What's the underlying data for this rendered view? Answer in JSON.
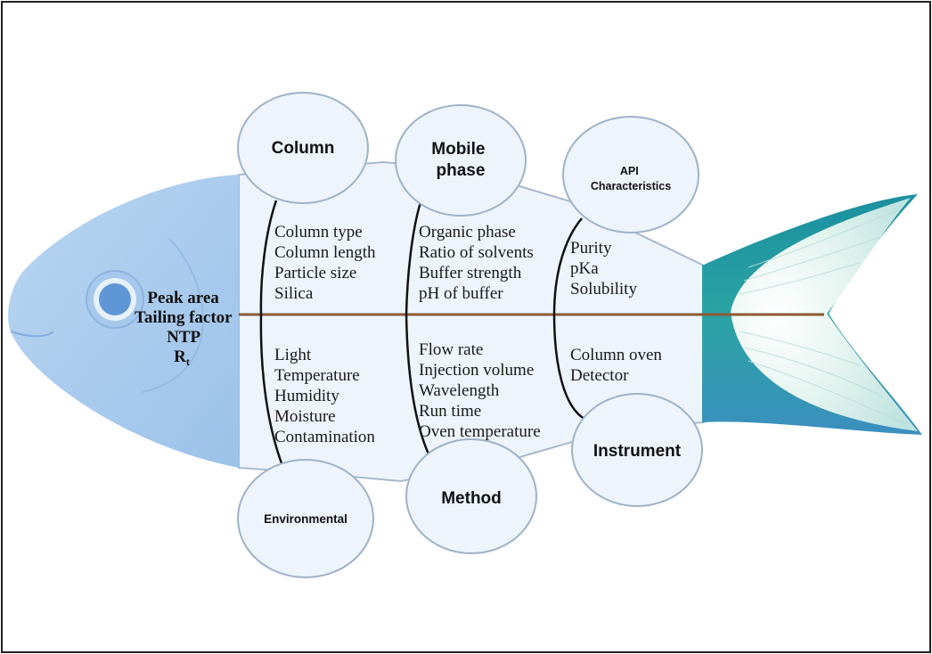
{
  "diagram": {
    "type": "fishbone",
    "effect": {
      "lines": [
        "Peak area",
        "Tailing factor",
        "NTP",
        "R"
      ],
      "rt_subscript": "t"
    },
    "categories": {
      "column": {
        "label_lines": [
          "Column"
        ],
        "causes": [
          "Column type",
          "Column length",
          "Particle size",
          "Silica"
        ]
      },
      "mobile_phase": {
        "label_lines": [
          "Mobile",
          "phase"
        ],
        "causes": [
          "Organic phase",
          "Ratio of solvents",
          "Buffer strength",
          "pH of buffer"
        ]
      },
      "api": {
        "label_lines": [
          "API",
          "Characteristics"
        ],
        "causes": [
          "Purity",
          "pKa",
          "Solubility"
        ]
      },
      "environmental": {
        "label_lines": [
          "Environmental"
        ],
        "causes": [
          "Light",
          "Temperature",
          "Humidity",
          "Moisture",
          "Contamination"
        ]
      },
      "method": {
        "label_lines": [
          "Method"
        ],
        "causes": [
          "Flow rate",
          "Injection volume",
          "Wavelength",
          "Run time",
          "Oven temperature"
        ]
      },
      "instrument": {
        "label_lines": [
          "Instrument"
        ],
        "causes": [
          "Column oven",
          "Detector"
        ]
      }
    },
    "colors": {
      "head": "#a9c9ea",
      "head_dark": "#8fb6e0",
      "eye": "#5f97d6",
      "body": "#edf4fc",
      "circle_fill": "#edf4fc",
      "circle_stroke": "#9fb2c9",
      "spine": "#8a5a35",
      "bone": "#111111",
      "tail_dark": "#1f8a9a",
      "tail_light": "#e9f6f2"
    }
  }
}
